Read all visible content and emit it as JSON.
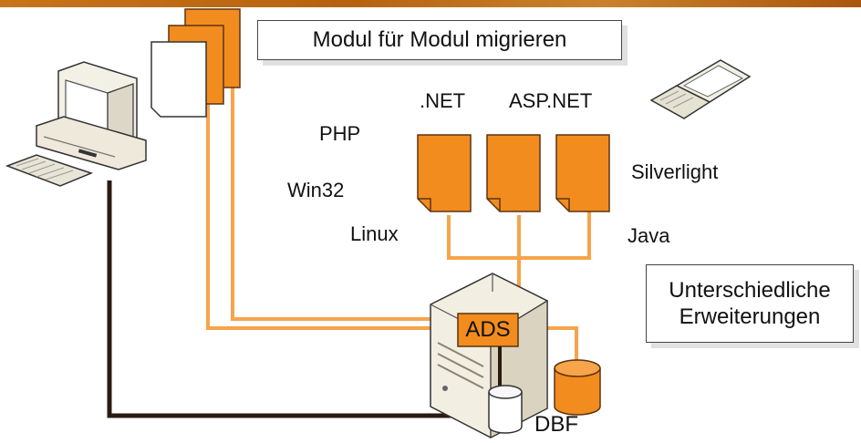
{
  "header_title": "Modul für Modul migrieren",
  "platforms": {
    "net": ".NET",
    "aspnet": "ASP.NET",
    "php": "PHP",
    "win32": "Win32",
    "linux": "Linux",
    "silverlight": "Silverlight",
    "java": "Java"
  },
  "server": {
    "engine": "ADS",
    "storage": "DBF"
  },
  "callout": {
    "line1": "Unterschiedliche",
    "line2": "Erweiterungen"
  },
  "colors": {
    "accent": "#f28c1e",
    "accent_dark": "#c46a0e",
    "line": "#f7a44a",
    "dark_line": "#2b1a12"
  }
}
